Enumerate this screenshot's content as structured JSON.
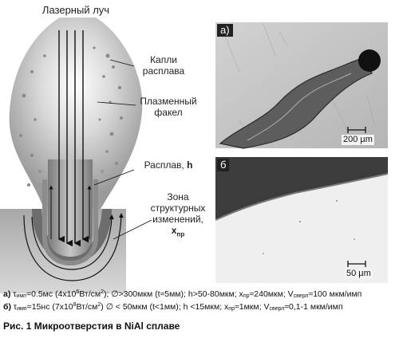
{
  "diagram": {
    "labels": {
      "laser_beam": "Лазерный луч",
      "droplets_line1": "Капли",
      "droplets_line2": "расплава",
      "plasma_line1": "Плазменный",
      "plasma_line2": "факел",
      "melt": "Расплав, ",
      "melt_symbol": "h",
      "zone_line1": "Зона",
      "zone_line2": "структурных",
      "zone_line3": "изменений,",
      "zone_symbol": "x",
      "zone_symbol_sub": "пр"
    }
  },
  "micrographs": {
    "panel_a": {
      "letter": "а)",
      "scale_label": "200 µm"
    },
    "panel_b": {
      "letter": "б",
      "scale_label": "50 µm"
    }
  },
  "parameters": {
    "row_a": {
      "marker": "а)",
      "tau": "τ",
      "tau_sub": "имп",
      "tau_value": "=0.5мс (4x10",
      "power_exp": "6",
      "power_unit": "Вт/см",
      "unit_exp": "2",
      "diameter": "); ∅>300мкм (t≈5мм); h>50-80мкм; x",
      "x_sub": "пр",
      "x_value": "≈240мкм; V",
      "v_sub": "сверл",
      "v_value": "≈100 мкм/имп"
    },
    "row_b": {
      "marker": "б)",
      "tau": "τ",
      "tau_sub": "имп",
      "tau_value": "=15нс (7x10",
      "power_exp": "8",
      "power_unit": "Вт/см",
      "unit_exp": "2",
      "diameter": ") ∅ < 50мкм (t<1мм); h <15мкм; x",
      "x_sub": "пр",
      "x_value": "≈1мкм; V",
      "v_sub": "сверл",
      "v_value": "≈0,1-1 мкм/имп"
    }
  },
  "caption": {
    "prefix": "Рис. 1",
    "text": " Микроотверстия в NiAl сплаве"
  }
}
